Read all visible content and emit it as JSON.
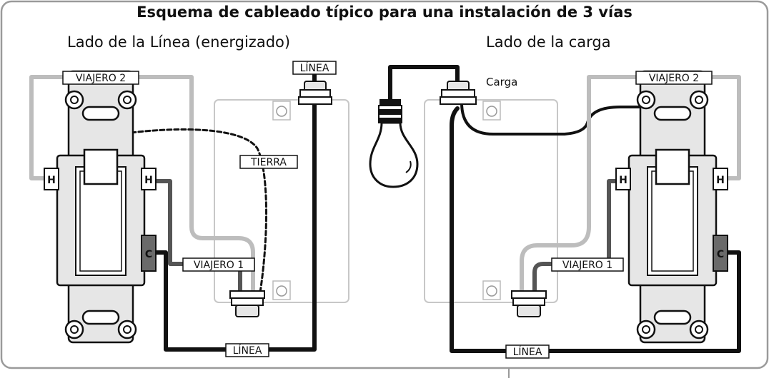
{
  "title": "Esquema de cableado típico para una instalación de 3 vías",
  "sections": {
    "line_side": "Lado de la Línea (energizado)",
    "load_side": "Lado de la carga"
  },
  "labels": {
    "viajero2": "VIAJERO 2",
    "viajero1": "VIAJERO 1",
    "tierra": "TIERRA",
    "linea": "LÍNEA",
    "carga": "Carga"
  },
  "terminals": {
    "h": "H",
    "c": "C"
  },
  "colors": {
    "frame": "#9a9a9a",
    "wire_black": "#111111",
    "wire_gray_light": "#bdbdbd",
    "wire_gray_dark": "#555555",
    "switch_body": "#e6e6e6",
    "plate": "#ffffff",
    "common_terminal": "#6a6a6a"
  },
  "icons": [
    "light-bulb-icon",
    "screw-icon",
    "three-way-switch-icon"
  ]
}
